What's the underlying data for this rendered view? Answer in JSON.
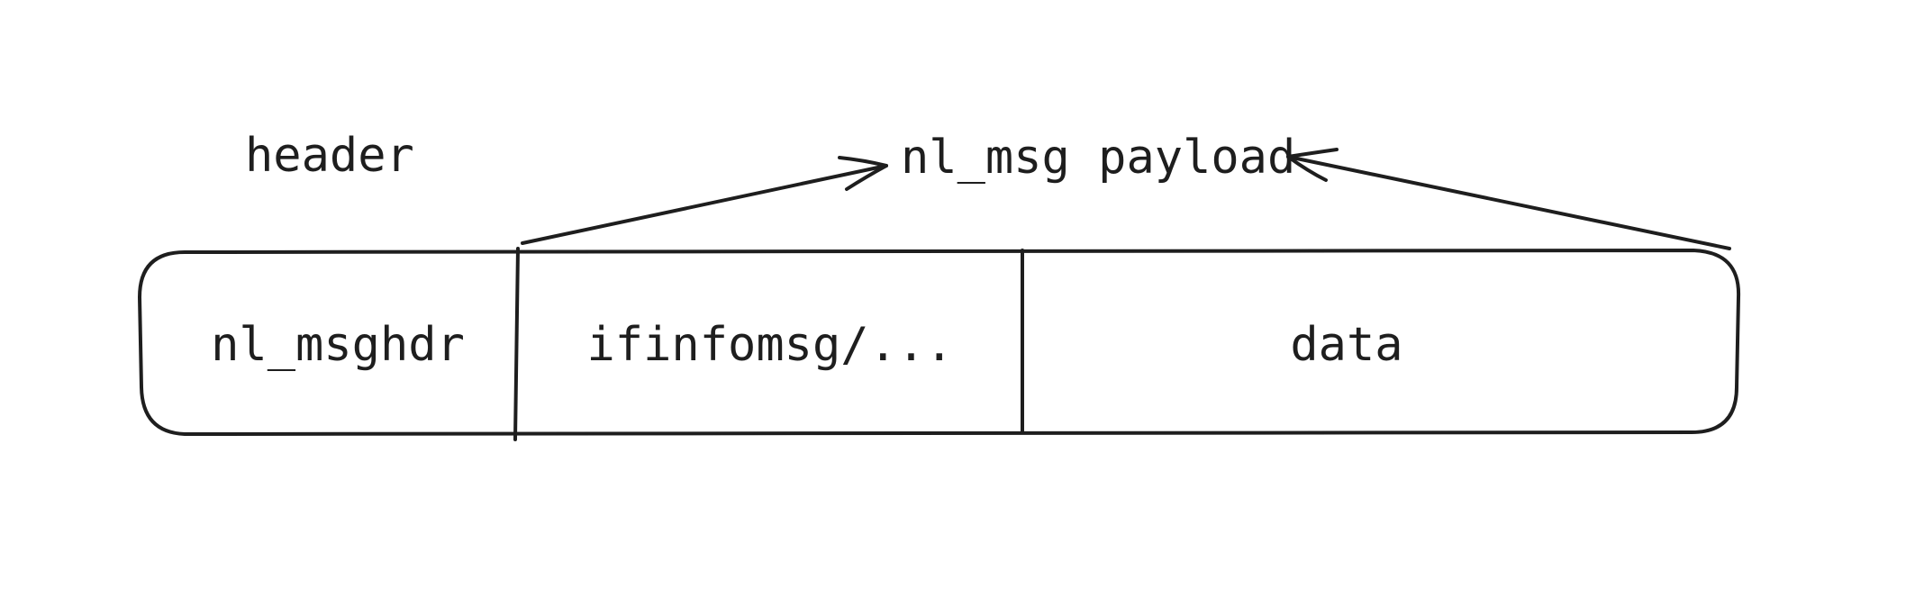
{
  "labels": {
    "header": "header",
    "payload": "nl_msg payload"
  },
  "segments": [
    {
      "label": "nl_msghdr"
    },
    {
      "label": "ifinfomsg/..."
    },
    {
      "label": "data"
    }
  ],
  "colors": {
    "stroke": "#1e1e1e",
    "background": "#ffffff"
  }
}
